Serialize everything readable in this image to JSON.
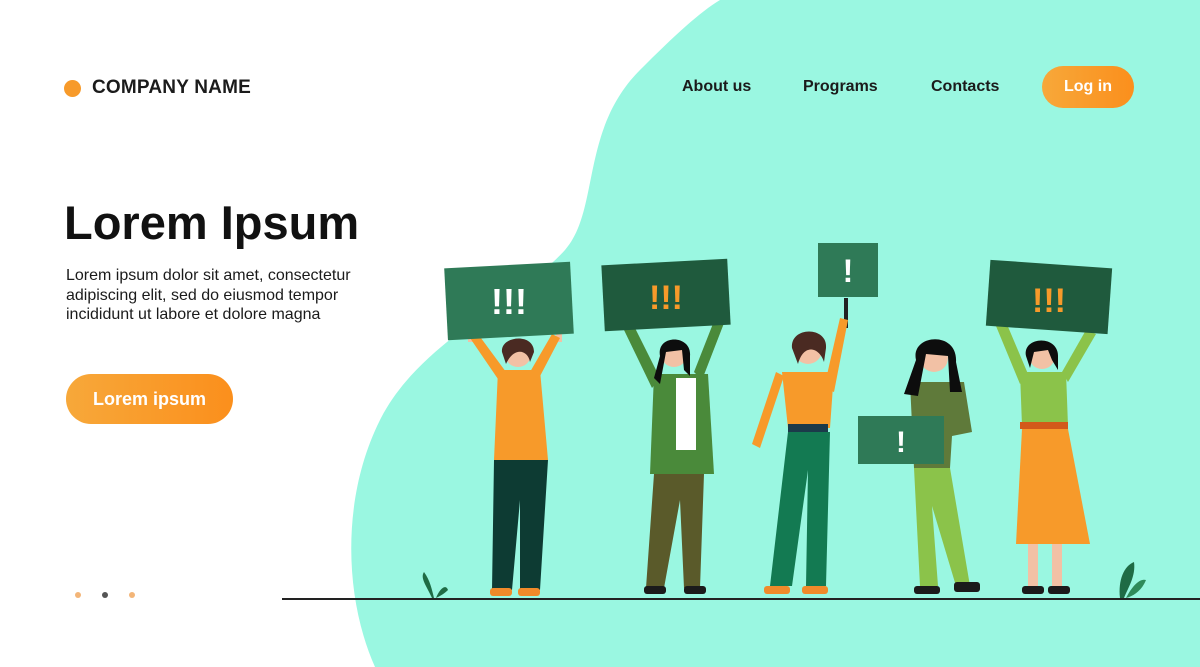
{
  "brand": {
    "name": "COMPANY NAME"
  },
  "nav": {
    "items": [
      {
        "label": "About us"
      },
      {
        "label": "Programs"
      },
      {
        "label": "Contacts"
      }
    ],
    "login_label": "Log in"
  },
  "hero": {
    "title": "Lorem Ipsum",
    "lines": [
      "Lorem ipsum dolor sit amet, consectetur",
      "adipiscing elit, sed do eiusmod tempor",
      "incididunt ut labore et dolore magna"
    ],
    "cta_label": "Lorem ipsum"
  },
  "pagination": {
    "count": 3,
    "active_index": 1
  },
  "illustration": {
    "signs": [
      "!!!",
      "!!!",
      "!",
      "!",
      "!!!"
    ]
  },
  "colors": {
    "accent": "#f79a2a",
    "blob": "#9af7e1",
    "sign_dark": "#1f5a3d",
    "sign_green": "#2f7a57",
    "dot_inactive": "#f3b578",
    "dot_active": "#555555"
  }
}
